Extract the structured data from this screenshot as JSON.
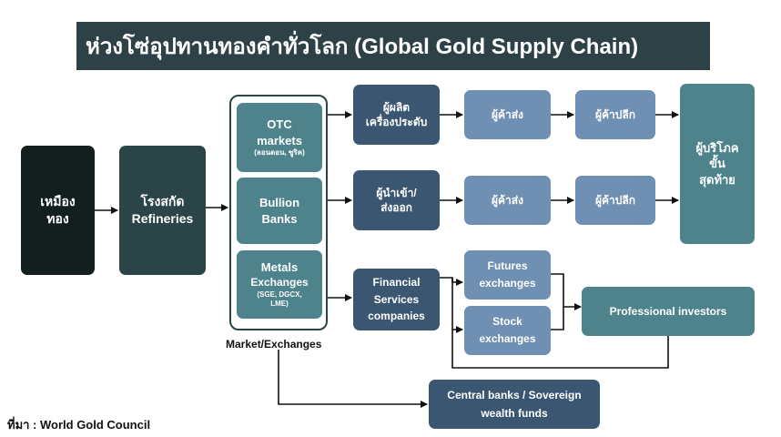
{
  "title": "ห่วงโซ่อุปทานทองคำทั่วโลก (Global Gold Supply Chain)",
  "nodes": {
    "mines": [
      "เหมือง",
      "ทอง"
    ],
    "refineries": [
      "โรงสกัด",
      "Refineries"
    ],
    "otc": {
      "line1": "OTC",
      "line2": "markets",
      "note": "(ลอนดอน, ซูริค)"
    },
    "bullion": [
      "Bullion",
      "Banks"
    ],
    "metals": {
      "line1": "Metals",
      "line2": "Exchanges",
      "note1": "(SGE, DGCX,",
      "note2": "LME)"
    },
    "market_label": "Market/Exchanges",
    "jewelry_maker": [
      "ผู้ผลิต",
      "เครื่องประดับ"
    ],
    "importer": [
      "ผู้นำเข้า/",
      "ส่งออก"
    ],
    "financial": [
      "Financial",
      "Services",
      "companies"
    ],
    "wholesaler_1": "ผู้ค้าส่ง",
    "retailer_1": "ผู้ค้าปลีก",
    "wholesaler_2": "ผู้ค้าส่ง",
    "retailer_2": "ผู้ค้าปลีก",
    "consumers": [
      "ผู้บริโภค",
      "ขั้น",
      "สุดท้าย"
    ],
    "futures": [
      "Futures",
      "exchanges"
    ],
    "stock": [
      "Stock",
      "exchanges"
    ],
    "pro_investors": "Professional investors",
    "central_banks": [
      "Central banks / Sovereign",
      "wealth funds"
    ]
  },
  "source": "ที่มา : World Gold Council"
}
